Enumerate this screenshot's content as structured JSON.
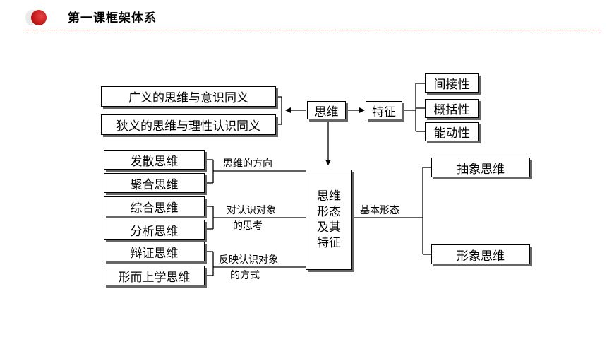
{
  "header": {
    "title": "第一课框架体系"
  },
  "diagram": {
    "center": {
      "line1": "思维",
      "line2": "形态",
      "line3": "及其",
      "line4": "特征"
    },
    "thinking": "思维",
    "feature": "特征",
    "features": [
      "间接性",
      "概括性",
      "能动性"
    ],
    "broad": "广义的思维与意识同义",
    "narrow": "狭义的思维与理性认识同义",
    "left_boxes": [
      "发散思维",
      "聚合思维",
      "综合思维",
      "分析思维",
      "辩证思维",
      "形而上学思维"
    ],
    "left_labels": {
      "direction": "思维的方向",
      "object_line1": "对认识对象",
      "object_line2": "的思考",
      "reflect_line1": "反映认识对象",
      "reflect_line2": "的方式"
    },
    "basic_label": "基本形态",
    "basic_forms": [
      "抽象思维",
      "形象思维"
    ]
  }
}
